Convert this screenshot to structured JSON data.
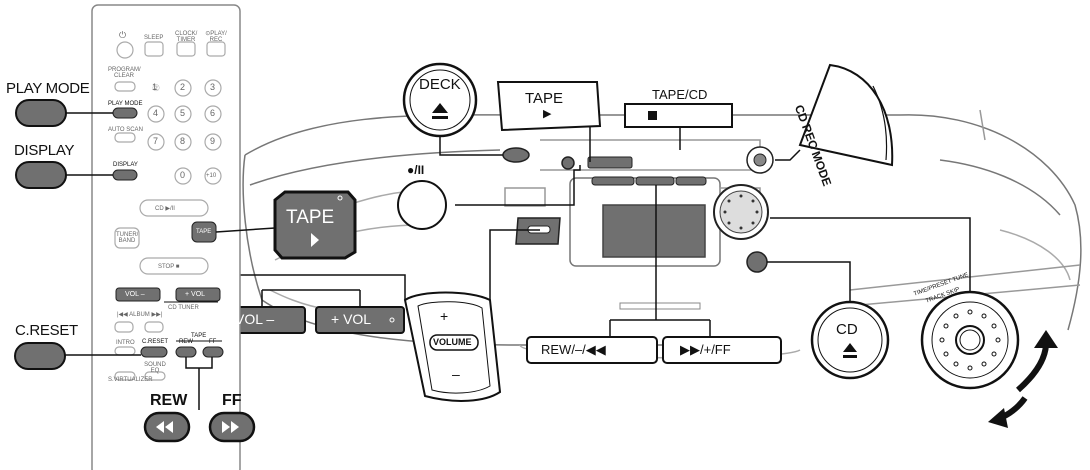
{
  "callouts": {
    "play_mode": "PLAY MODE",
    "display": "DISPLAY",
    "c_reset": "C.RESET",
    "rew": "REW",
    "ff": "FF",
    "deck": "DECK",
    "tape": "TAPE",
    "tape_cd": "TAPE/CD",
    "cd_rec_mode": "CD REC MODE",
    "play_pause": "●/II",
    "vol_minus": "VOL –",
    "vol_plus": "+ VOL",
    "volume_plus": "+",
    "volume": "VOLUME",
    "volume_minus": "–",
    "rew_minus": "REW/–/◀◀",
    "ff_plus": "▶▶/+/FF",
    "cd": "CD",
    "time_preset": "TIME/PRESET TUNE",
    "track_skip": "TRACK SKIP"
  },
  "remote": {
    "power": "⏻",
    "sleep": "SLEEP",
    "clock_timer": "CLOCK/ TIMER",
    "play_rec": "⊙PLAY/ REC",
    "program_clear": "PROGRAM/ CLEAR",
    "play_mode": "PLAY MODE",
    "auto_scan": "AUTO SCAN",
    "display": "DISPLAY",
    "cd_play": "CD ▶/II",
    "tuner_band": "TUNER/ BAND",
    "tape": "TAPE",
    "stop": "STOP ■",
    "vol_minus": "VOL –",
    "vol_plus": "+ VOL",
    "cd_tuner": "CD TUNER",
    "album": "|◀◀ ALBUM ▶▶|",
    "intro": "INTRO",
    "c_reset": "C.RESET",
    "rew": "REW",
    "ff": "FF",
    "tape_small": "TAPE",
    "s_virtualizer": "S.VIRTUALIZER",
    "sound_eq": "SOUND EQ",
    "digits": [
      "1",
      "2",
      "3",
      "4",
      "5",
      "6",
      "7",
      "8",
      "9",
      "0",
      "+10"
    ]
  }
}
